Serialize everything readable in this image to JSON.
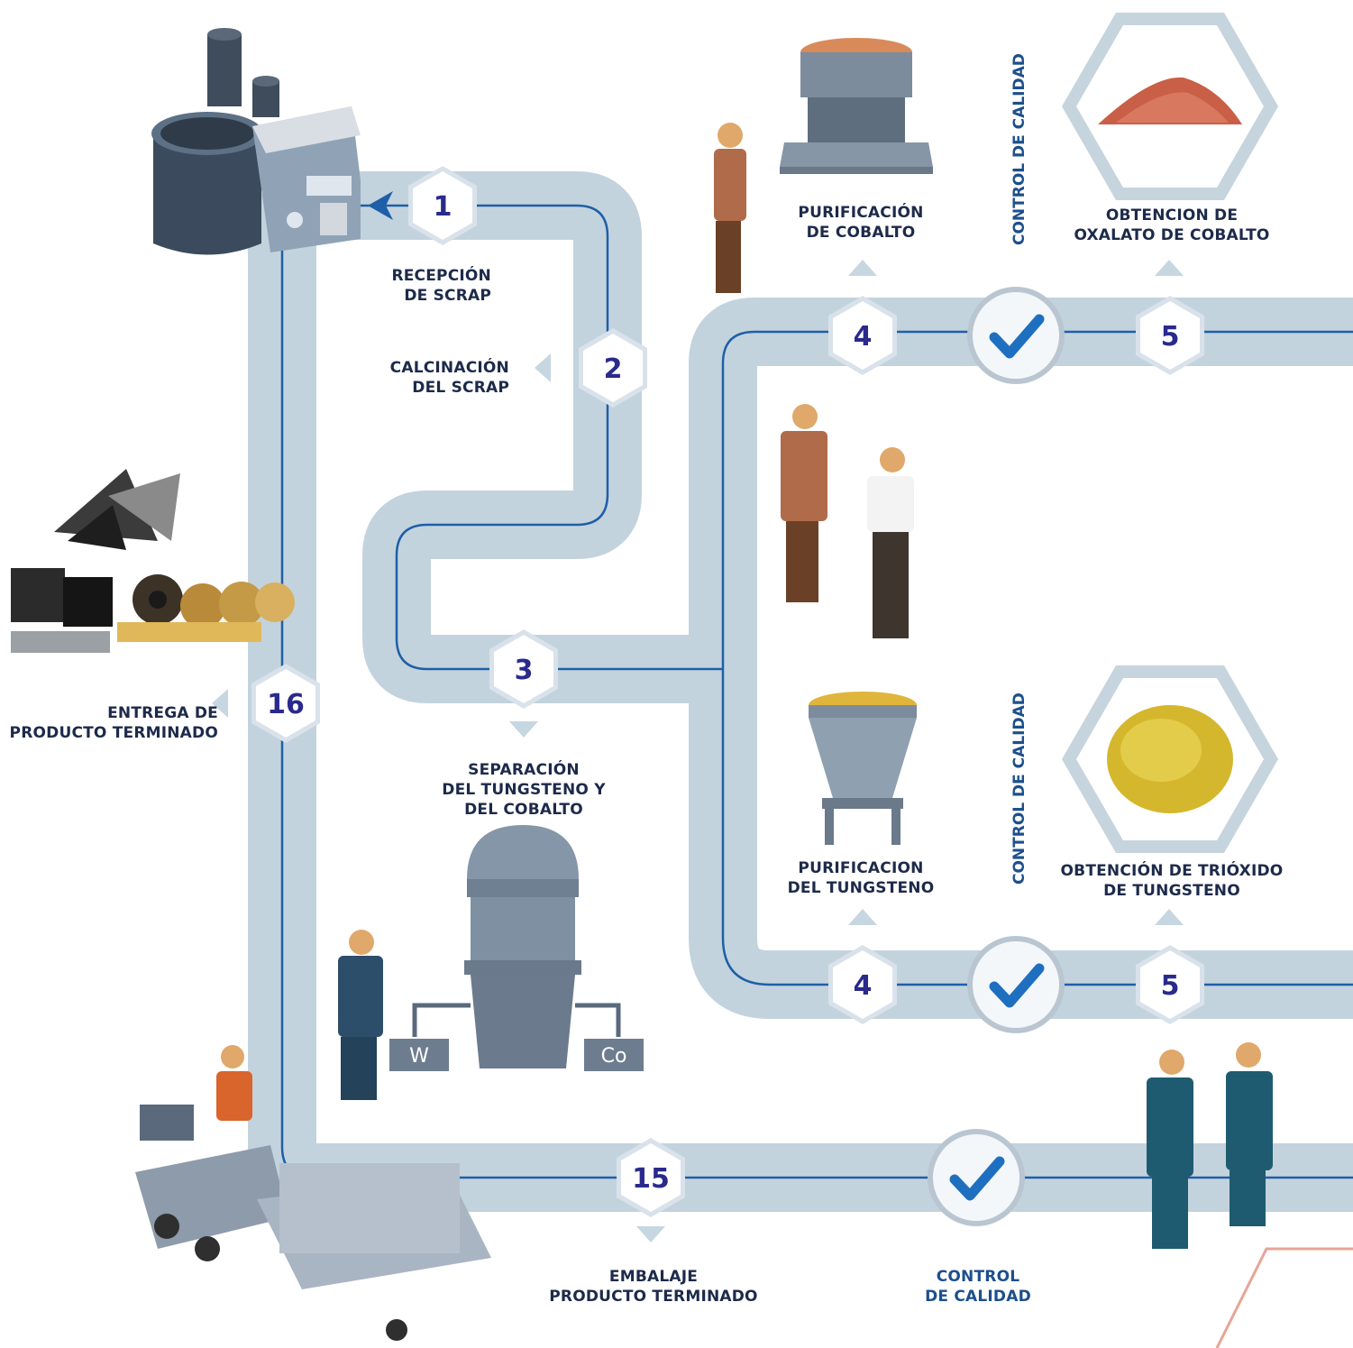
{
  "colors": {
    "pipe": "#c3d3dd",
    "pipe_line": "#1e5fa8",
    "step_number": "#2a2a8c",
    "label_text": "#1d2a4a",
    "quality_text": "#1c4f8c",
    "check": "#1e6fc0"
  },
  "steps": {
    "s1": {
      "number": "1",
      "label": [
        "RECEPCIÓN",
        "DE SCRAP"
      ]
    },
    "s2": {
      "number": "2",
      "label": [
        "CALCINACIÓN",
        "DEL SCRAP"
      ]
    },
    "s3": {
      "number": "3",
      "label": [
        "SEPARACIÓN",
        "DEL TUNGSTENO Y",
        "DEL COBALTO"
      ]
    },
    "s4a": {
      "number": "4",
      "label": [
        "PURIFICACIÓN",
        "DE COBALTO"
      ]
    },
    "s5a": {
      "number": "5",
      "label": [
        "OBTENCION DE",
        "OXALATO DE COBALTO"
      ]
    },
    "s4b": {
      "number": "4",
      "label": [
        "PURIFICACION",
        "DEL TUNGSTENO"
      ]
    },
    "s5b": {
      "number": "5",
      "label": [
        "OBTENCIÓN DE TRIÓXIDO",
        "DE TUNGSTENO"
      ]
    },
    "s15": {
      "number": "15",
      "label": [
        "EMBALAJE",
        "PRODUCTO TERMINADO"
      ]
    },
    "s16": {
      "number": "16",
      "label": [
        "ENTREGA DE",
        "PRODUCTO TERMINADO"
      ]
    }
  },
  "quality": {
    "top": "CONTROL DE CALIDAD",
    "mid": "CONTROL DE CALIDAD",
    "bottom": [
      "CONTROL",
      "DE CALIDAD"
    ]
  },
  "reactor": {
    "left_bin": "W",
    "right_bin": "Co"
  },
  "icons": [
    "factory-icon",
    "scrap-tools-icon",
    "cobalt-purifier-icon",
    "cobalt-oxalate-powder-icon",
    "tungsten-hopper-icon",
    "tungsten-trioxide-powder-icon",
    "separation-reactor-icon",
    "forklift-icon",
    "worker-icon",
    "check-icon"
  ]
}
